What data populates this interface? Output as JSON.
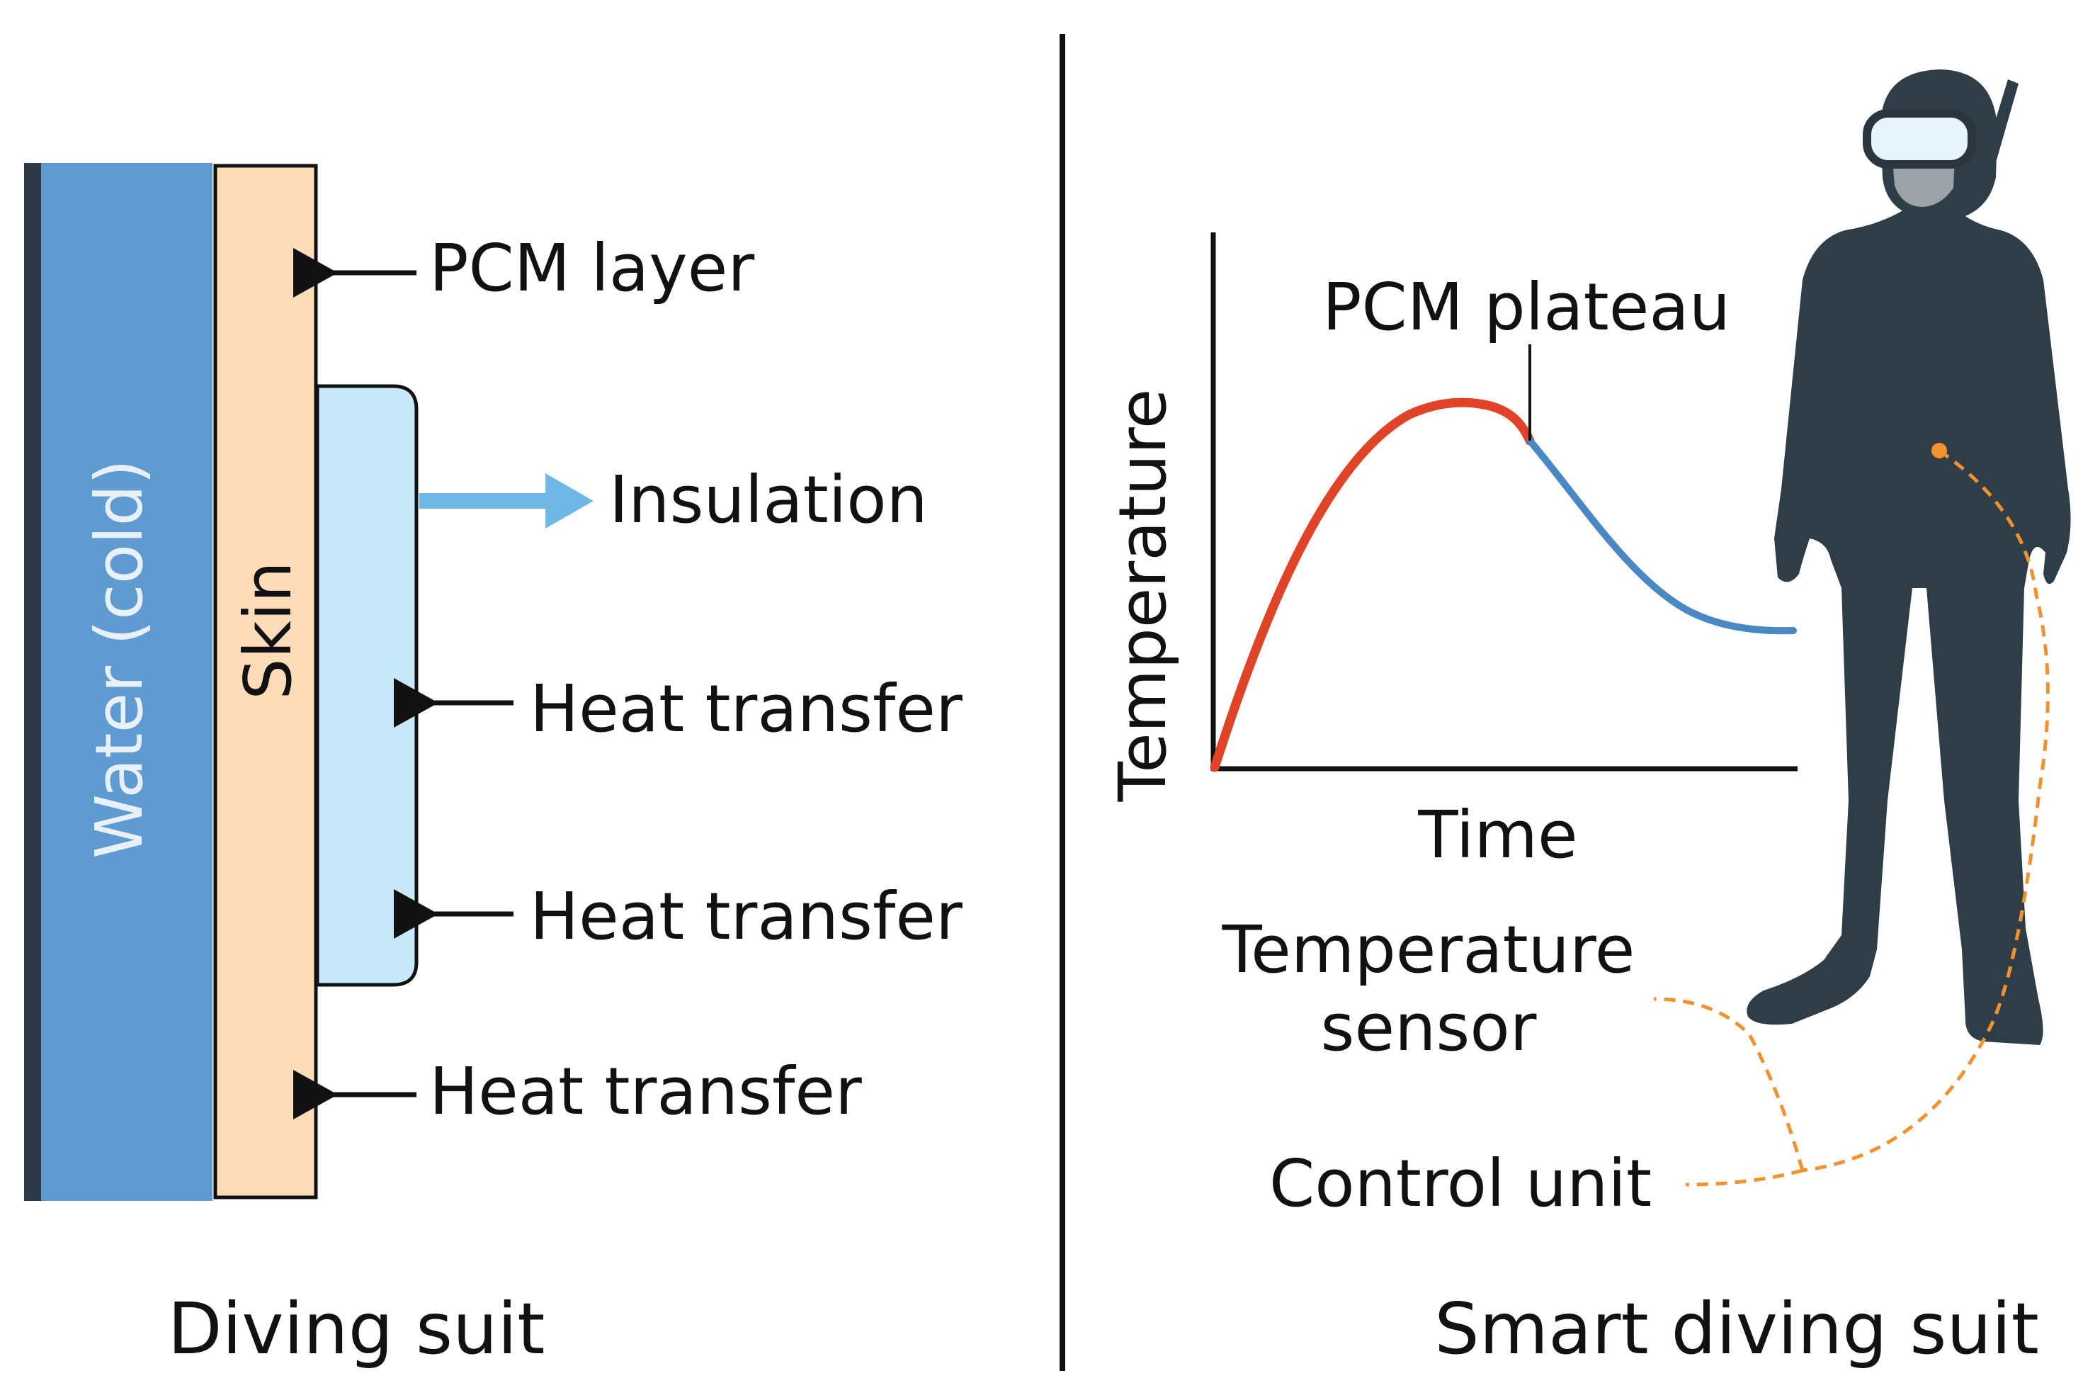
{
  "left_panel": {
    "water_label": "Water (cold)",
    "skin_label": "Skin",
    "pcm_layer_label": "PCM layer",
    "insulation_label": "Insulation",
    "heat_transfer_1": "Heat transfer",
    "heat_transfer_2": "Heat transfer",
    "heat_transfer_3": "Heat transfer",
    "caption": "Diving suit"
  },
  "right_panel": {
    "graph": {
      "y_label": "Temperature",
      "x_label": "Time",
      "plateau_label": "PCM plateau"
    },
    "sensor_label_line1": "Temperature",
    "sensor_label_line2": "sensor",
    "control_unit_label": "Control unit",
    "caption": "Smart diving suit"
  },
  "colors": {
    "water": "#5f9bd0",
    "skin": "#fddcb9",
    "insulation": "#c6e8f9",
    "insulation_arrow": "#6fb8e6",
    "curve_heating": "#e04428",
    "curve_cooling": "#4a88c4",
    "suit": "#2f3d47",
    "wire": "#f29130"
  }
}
